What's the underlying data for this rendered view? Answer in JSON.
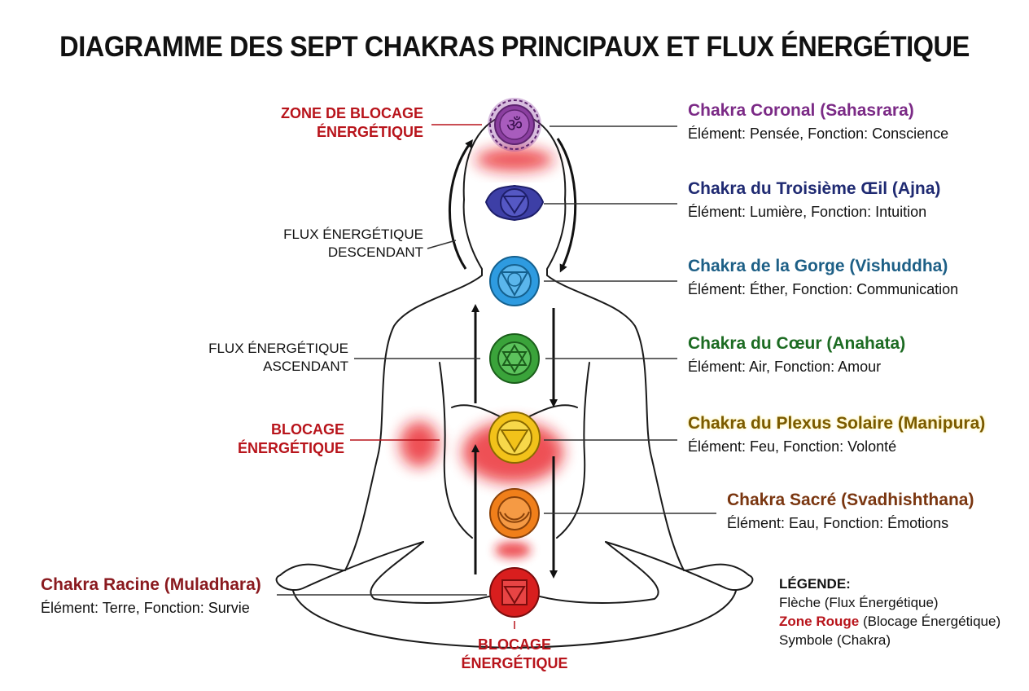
{
  "title": "DIAGRAMME DES SEPT CHAKRAS PRINCIPAUX ET FLUX ÉNERGÉTIQUE",
  "chakras": [
    {
      "name": "Chakra Coronal (Sahasrara)",
      "desc": "Élément: Pensée, Fonction: Conscience",
      "color": "#7b2a86",
      "symbol": "ॐ"
    },
    {
      "name": "Chakra du Troisième Œil (Ajna)",
      "desc": "Élément: Lumière, Fonction: Intuition",
      "color": "#1f2a72",
      "symbol": ""
    },
    {
      "name": "Chakra de la Gorge (Vishuddha)",
      "desc": "Élément: Éther, Fonction: Communication",
      "color": "#1d5f86",
      "symbol": ""
    },
    {
      "name": "Chakra du Cœur (Anahata)",
      "desc": "Élément: Air, Fonction: Amour",
      "color": "#1c6b22",
      "symbol": ""
    },
    {
      "name": "Chakra du Plexus Solaire (Manipura)",
      "desc": "Élément: Feu, Fonction: Volonté",
      "color": "#7a5a00",
      "symbol": ""
    },
    {
      "name": "Chakra Sacré (Svadhishthana)",
      "desc": "Élément: Eau, Fonction: Émotions",
      "color": "#7a3610",
      "symbol": ""
    },
    {
      "name": "Chakra Racine (Muladhara)",
      "desc": "Élément: Terre, Fonction: Survie",
      "color": "#8a1a1f",
      "symbol": ""
    }
  ],
  "labels": {
    "zone_blocage_1": "ZONE DE BLOCAGE",
    "zone_blocage_2": "ÉNERGÉTIQUE",
    "flux_desc_1": "FLUX ÉNERGÉTIQUE",
    "flux_desc_2": "DESCENDANT",
    "flux_asc_1": "FLUX ÉNERGÉTIQUE",
    "flux_asc_2": "ASCENDANT",
    "blocage_mid_1": "BLOCAGE",
    "blocage_mid_2": "ÉNERGÉTIQUE",
    "blocage_bot_1": "BLOCAGE",
    "blocage_bot_2": "ÉNERGÉTIQUE"
  },
  "legend": {
    "title": "LÉGENDE:",
    "item1": "Flèche (Flux Énergétique)",
    "item2_red": "Zone Rouge",
    "item2_rest": " (Blocage Énergétique)",
    "item3": "Symbole (Chakra)"
  },
  "colors": {
    "crown": "#8b3fa0",
    "third_eye": "#3d3fa6",
    "throat": "#2e9be0",
    "heart": "#3aa33a",
    "solar": "#f2c21a",
    "sacral": "#f07f1a",
    "root": "#d91e1e",
    "blockage": "#e8121a"
  }
}
